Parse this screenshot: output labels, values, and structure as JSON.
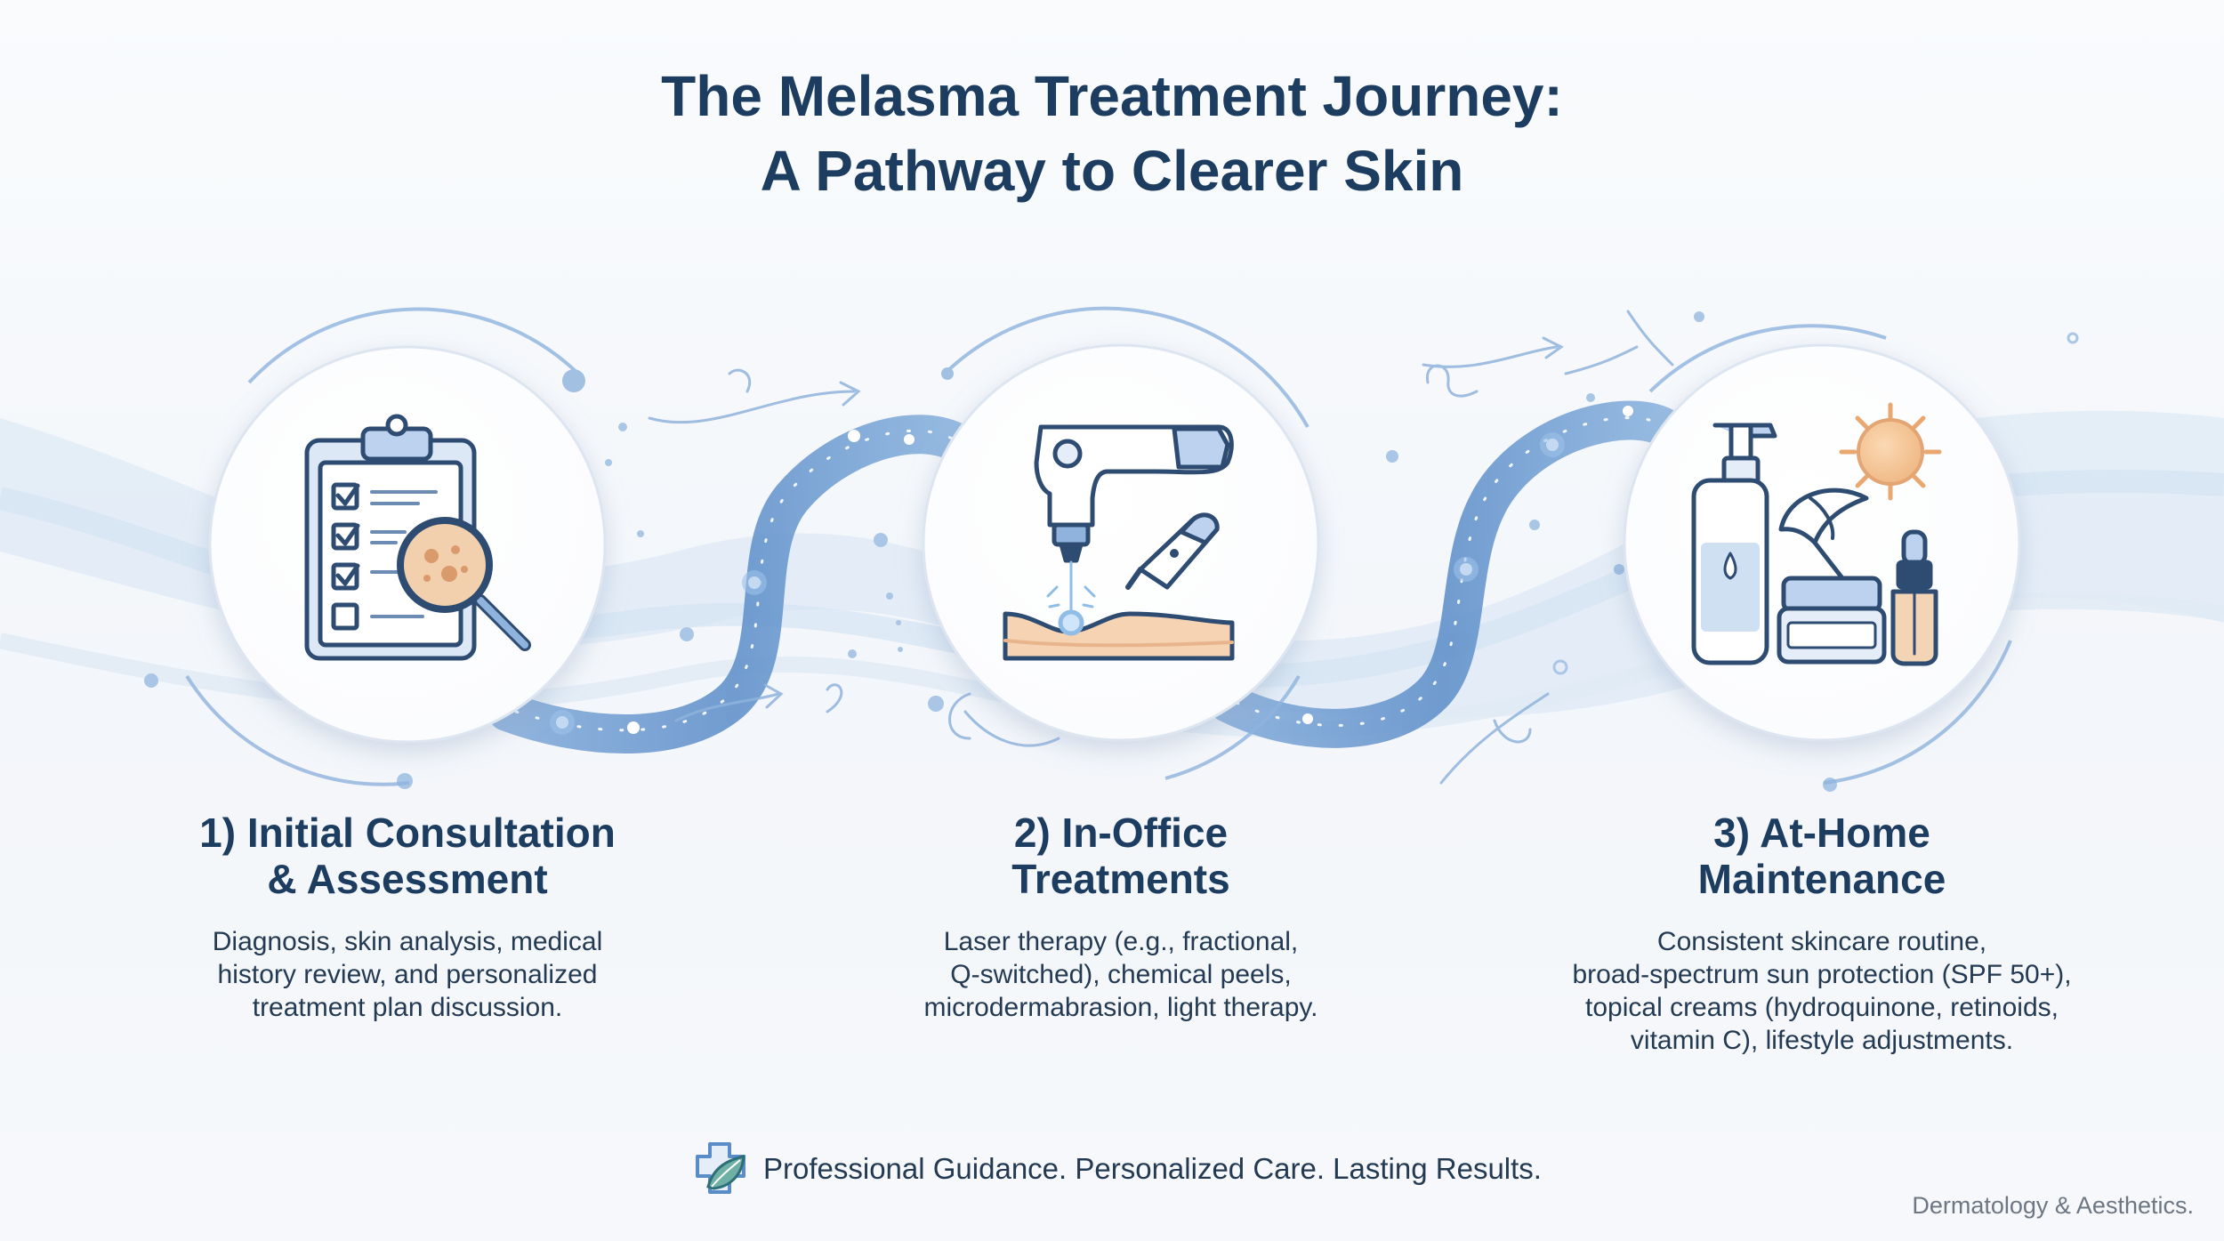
{
  "title": {
    "line1": "The Melasma Treatment Journey:",
    "line2": "A Pathway to Clearer Skin"
  },
  "steps": [
    {
      "title_line1": "1) Initial Consultation",
      "title_line2": "& Assessment",
      "description": [
        "Diagnosis, skin analysis, medical",
        "history review, and personalized",
        "treatment plan discussion."
      ],
      "icon": "clipboard-magnifier-icon"
    },
    {
      "title_line1": "2) In-Office",
      "title_line2": "Treatments",
      "description": [
        "Laser therapy (e.g., fractional,",
        "Q-switched), chemical peels,",
        "microdermabrasion, light therapy."
      ],
      "icon": "laser-device-icon"
    },
    {
      "title_line1": "3) At-Home",
      "title_line2": "Maintenance",
      "description": [
        "Consistent skincare routine,",
        "broad-spectrum sun protection (SPF 50+),",
        "topical creams (hydroquinone, retinoids,",
        "vitamin C), lifestyle adjustments."
      ],
      "icon": "skincare-products-sun-icon"
    }
  ],
  "footer": {
    "tagline": "Professional Guidance. Personalized Care. Lasting Results.",
    "logo_icon": "medical-cross-leaf-icon"
  },
  "brand": "Dermatology & Aesthetics.",
  "colors": {
    "navy": "#1d3d60",
    "accent_blue": "#5d8fc9",
    "light_blue": "#cfe0f2",
    "peach": "#f1c59d"
  }
}
